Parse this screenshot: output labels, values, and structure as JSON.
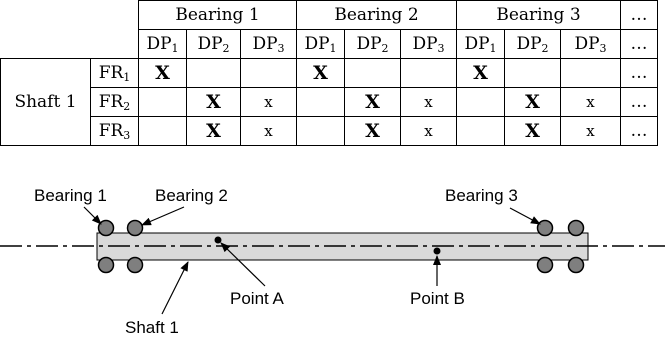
{
  "table": {
    "bearings": [
      {
        "label": "Bearing 1",
        "dps": [
          {
            "base": "DP",
            "sub": "1"
          },
          {
            "base": "DP",
            "sub": "2"
          },
          {
            "base": "DP",
            "sub": "3"
          }
        ]
      },
      {
        "label": "Bearing 2",
        "dps": [
          {
            "base": "DP",
            "sub": "1"
          },
          {
            "base": "DP",
            "sub": "2"
          },
          {
            "base": "DP",
            "sub": "3"
          }
        ]
      },
      {
        "label": "Bearing 3",
        "dps": [
          {
            "base": "DP",
            "sub": "1"
          },
          {
            "base": "DP",
            "sub": "2"
          },
          {
            "base": "DP",
            "sub": "3"
          }
        ]
      }
    ],
    "ellipsis": "…",
    "shaft_label": "Shaft 1",
    "rows": [
      {
        "fr": {
          "base": "FR",
          "sub": "1"
        },
        "cells": [
          "X",
          "",
          "",
          "X",
          "",
          "",
          "X",
          "",
          ""
        ]
      },
      {
        "fr": {
          "base": "FR",
          "sub": "2"
        },
        "cells": [
          "",
          "X",
          "x",
          "",
          "X",
          "x",
          "",
          "X",
          "x"
        ]
      },
      {
        "fr": {
          "base": "FR",
          "sub": "3"
        },
        "cells": [
          "",
          "X",
          "x",
          "",
          "X",
          "x",
          "",
          "X",
          "x"
        ]
      }
    ]
  },
  "diagram": {
    "labels": {
      "bearing1": "Bearing 1",
      "bearing2": "Bearing 2",
      "bearing3": "Bearing 3",
      "pointA": "Point A",
      "pointB": "Point B",
      "shaft": "Shaft 1"
    },
    "colors": {
      "shaft_fill": "#d9d9d9",
      "bearing_fill": "#7f7f7f",
      "line": "#000000"
    }
  }
}
